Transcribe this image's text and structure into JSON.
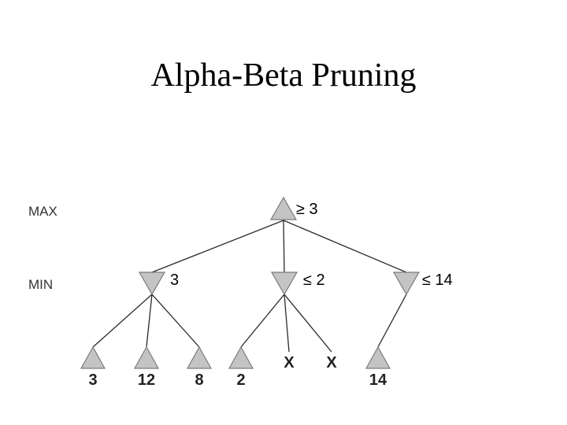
{
  "title": "Alpha-Beta Pruning",
  "levels": {
    "max": "MAX",
    "min": "MIN"
  },
  "root": {
    "type": "max",
    "relation": "≥",
    "value": "3"
  },
  "min_nodes": [
    {
      "relation": "",
      "value": "3"
    },
    {
      "relation": "≤",
      "value": "2"
    },
    {
      "relation": "≤",
      "value": "14"
    }
  ],
  "leaves": [
    {
      "parent": 0,
      "label": "3",
      "pruned": false
    },
    {
      "parent": 0,
      "label": "12",
      "pruned": false
    },
    {
      "parent": 0,
      "label": "8",
      "pruned": false
    },
    {
      "parent": 1,
      "label": "2",
      "pruned": false
    },
    {
      "parent": 1,
      "label": "X",
      "pruned": true
    },
    {
      "parent": 1,
      "label": "X",
      "pruned": true
    },
    {
      "parent": 2,
      "label": "14",
      "pruned": false
    }
  ],
  "colors": {
    "node_fill": "#c4c4c4",
    "node_stroke": "#7a7a7a",
    "edge": "#2a2a2a"
  }
}
